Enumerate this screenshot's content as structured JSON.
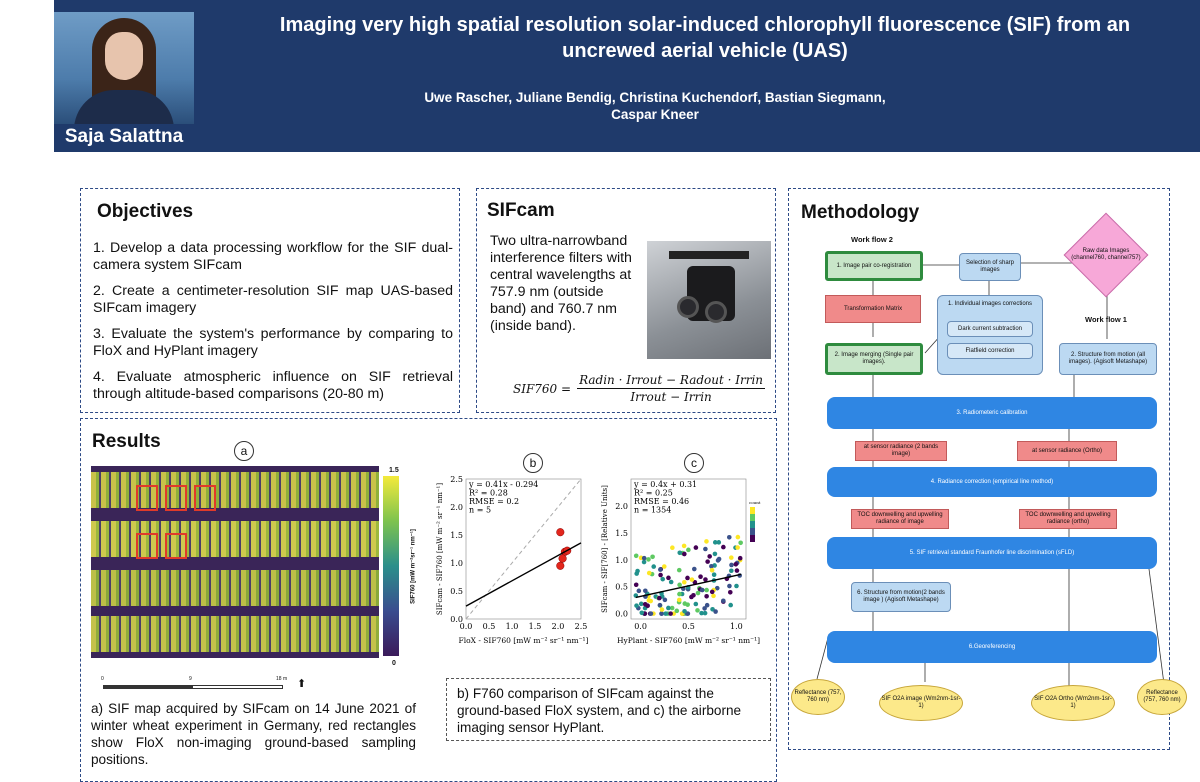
{
  "header": {
    "title": "Imaging very high spatial resolution solar-induced chlorophyll fluorescence (SIF) from an uncrewed aerial vehicle (UAS)",
    "authors": "Uwe Rascher, Juliane Bendig, Christina Kuchendorf, Bastian Siegmann, Caspar Kneer",
    "presenter": "Saja Salattna"
  },
  "objectives": {
    "heading": "Objectives",
    "items": [
      "1. Develop a data processing workflow for the SIF dual-camera system SIFcam",
      "2. Create a centimeter-resolution SIF map UAS-based SIFcam imagery",
      "3. Evaluate the system's performance by comparing to FloX and HyPlant imagery",
      "4. Evaluate atmospheric influence on SIF retrieval through altitude-based comparisons (20-80 m)"
    ]
  },
  "sifcam": {
    "heading": "SIFcam",
    "text": "Two ultra-narrowband interference filters with central wavelengths at 757.9 nm (outside band) and 760.7 nm (inside band).",
    "formula_lhs": "SIF760 =",
    "formula_num": "Radin · Irrout − Radout · Irrin",
    "formula_den": "Irrout − Irrin"
  },
  "results": {
    "heading": "Results",
    "label_a": "a",
    "label_b": "b",
    "label_c": "c",
    "colorbar_max": "1.5",
    "colorbar_min": "0",
    "colorbar_label": "SIF760 [mW m⁻²sr⁻¹ nm⁻¹]",
    "scale_0": "0",
    "scale_9": "9",
    "scale_18": "18 m",
    "caption_a": "a) SIF map acquired by SIFcam on 14 June 2021 of winter wheat experiment in Germany, red rectangles show FloX non-imaging ground-based sampling positions.",
    "caption_bc": "b) F760 comparison of SIFcam against the ground-based FloX system, and c) the airborne imaging sensor HyPlant."
  },
  "chart_data": [
    {
      "type": "scatter",
      "annotations": [
        "y = 0.41x - 0.294",
        "R² = 0.28",
        "RMSE = 0.2",
        "n = 5"
      ],
      "xlabel": "FloX - SIF760 [mW m⁻² sr⁻¹ nm⁻¹]",
      "ylabel": "SIFcam - SIF760 [mW m⁻² sr⁻¹ nm⁻¹]",
      "xlim": [
        0,
        2.5
      ],
      "ylim": [
        0,
        2.5
      ],
      "xticks": [
        "0.0",
        "0.5",
        "1.0",
        "1.5",
        "2.0",
        "2.5"
      ],
      "yticks": [
        "0.0",
        "0.5",
        "1.0",
        "1.5",
        "2.0",
        "2.5"
      ],
      "points": [
        [
          2.05,
          1.55
        ],
        [
          2.15,
          1.2
        ],
        [
          2.2,
          1.22
        ],
        [
          2.1,
          1.08
        ],
        [
          2.05,
          0.95
        ]
      ],
      "fit": [
        [
          0,
          0.23
        ],
        [
          2.5,
          1.36
        ]
      ]
    },
    {
      "type": "heatmap",
      "annotations": [
        "y = 0.4x + 0.31",
        "R² = 0.25",
        "RMSE = 0.46",
        "n = 1354"
      ],
      "xlabel": "HyPlant - SIF760 [mW m⁻² sr⁻¹ nm⁻¹]",
      "ylabel": "SIFcam - SIF[760] - [Relative Units]",
      "legend_title": "count",
      "xlim": [
        -0.1,
        1.1
      ],
      "ylim": [
        -0.1,
        2.5
      ],
      "xticks": [
        "0.0",
        "0.5",
        "1.0"
      ],
      "yticks": [
        "0.0",
        "0.5",
        "1.0",
        "1.5",
        "2.0"
      ],
      "fit": [
        [
          -0.05,
          0.3
        ],
        [
          1.05,
          0.73
        ]
      ]
    }
  ],
  "methodology": {
    "heading": "Methodology",
    "wf2": "Work flow 2",
    "wf1": "Work flow 1",
    "n_coreg": "1. Image pair co-registration",
    "n_sharp": "Selection of sharp images",
    "n_raw": "Raw data Images (channel760, channel757)",
    "n_tm": "Transformation Matrix",
    "n_indiv": "1. Individual images corrections",
    "n_dark": "Dark current subtraction",
    "n_flat": "Flatfield correction",
    "n_merge": "2. Image merging (Single pair images).",
    "n_sfm1": "2. Structure from motion (all images). (Agisoft Metashape)",
    "n_radcal": "3. Radiometeric calibration",
    "n_atsens1": "at sensor radiance (2 bands image)",
    "n_atsens2": "at sensor radiance (Ortho)",
    "n_radcorr": "4. Radiance correction (empirical line method)",
    "n_toc1": "TOC downwelling and upwelling radiance of image",
    "n_toc2": "TOC downwelling and upwelling radiance (ortho)",
    "n_retr": "5. SIF retrieval standard Fraunhofer line discrimination (sFLD)",
    "n_sfm2": "6. Structure from motion(2 bands image ) (Agisoft Metashape)",
    "n_geo": "6.Georeferencing",
    "o_refl1": "Reflectance (757, 760 nm)",
    "o_img": "SIF O2A image (Wm2nm-1sr-1)",
    "o_ortho": "SIF O2A Ortho (Wm2nm-1sr-1)",
    "o_refl2": "Reflectance (757, 760 nm)"
  }
}
